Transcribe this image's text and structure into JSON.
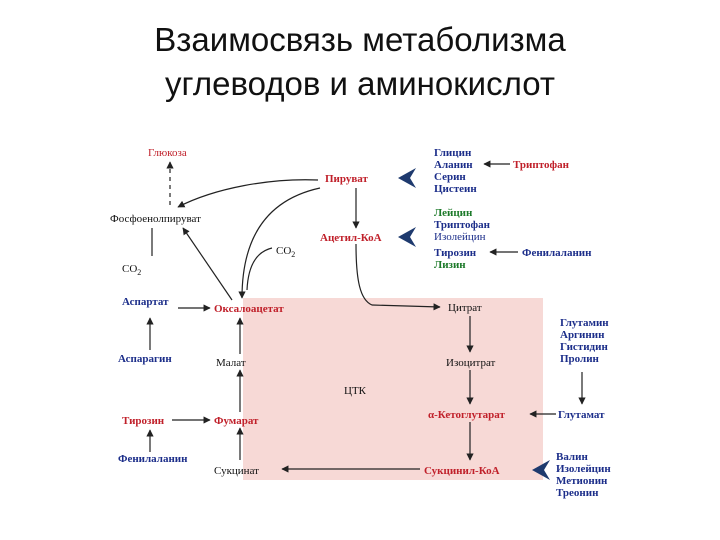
{
  "title": {
    "line1": "Взаимосвязь метаболизма",
    "line2": "углеводов и аминокислот"
  },
  "colors": {
    "metabolite": "#c0202a",
    "amino_acid": "#1c2e8a",
    "amino_acid_alt": "#1d7a2a",
    "tca_box": "#f7d9d6",
    "chevron": "#1e3a6e"
  },
  "left_pathway": {
    "glucose": "Глюкоза",
    "pep": "Фосфоенолпируват",
    "co2_left": "CO",
    "co2_left_sub": "2",
    "co2_mid": "CO",
    "co2_mid_sub": "2"
  },
  "center": {
    "pyruvate": "Пируват",
    "acetyl_coa": "Ацетил-КоА",
    "oxaloacetate": "Оксалоацетат",
    "malate": "Малат",
    "fumarate": "Фумарат",
    "succinate": "Сукцинат",
    "tca": "ЦТК",
    "citrate": "Цитрат",
    "isocitrate": "Изоцитрат",
    "alpha_kg": "α-Кетоглутарат",
    "succinyl_coa": "Сукцинил-КоА"
  },
  "amino_acids": {
    "pyruvate_group": [
      "Глицин",
      "Аланин",
      "Серин",
      "Цистеин"
    ],
    "tryptophan_pyr": "Триптофан",
    "acetyl_group": [
      "Лейцин",
      "Триптофан",
      "Изолейцин",
      "Тирозин",
      "Лизин"
    ],
    "phenylalanine_acetyl": "Фенилаланин",
    "aspartate": "Аспартат",
    "asparagine": "Аспарагин",
    "tyrosine": "Тирозин",
    "phenylalanine": "Фенилаланин",
    "glutamate_group": [
      "Глутамин",
      "Аргинин",
      "Гистидин",
      "Пролин"
    ],
    "glutamate": "Глутамат",
    "succinyl_group": [
      "Валин",
      "Изолейцин",
      "Метионин",
      "Треонин"
    ]
  }
}
